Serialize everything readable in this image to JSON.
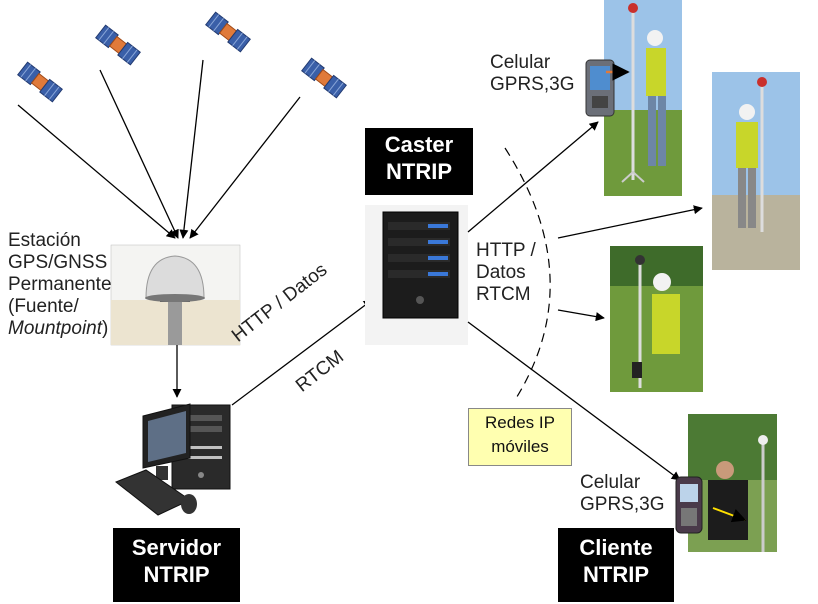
{
  "labels": {
    "estacion_line1": "Estación",
    "estacion_line2": "GPS/GNSS",
    "estacion_line3": "Permanente",
    "estacion_line4_a": "(Fuente/",
    "estacion_line5_italic": "Mountpoint",
    "estacion_line5_close": ")",
    "http_datos_left": "HTTP / Datos",
    "rtcm_left": "RTCM",
    "http_right": "HTTP /",
    "datos_right": "Datos",
    "rtcm_right": "RTCM",
    "celular_top_1": "Celular",
    "celular_top_2": "GPRS,3G",
    "celular_bottom_1": "Celular",
    "celular_bottom_2": "GPRS,3G",
    "redes_1": "Redes IP",
    "redes_2": "móviles"
  },
  "blocks": {
    "caster_1": "Caster",
    "caster_2": "NTRIP",
    "servidor_1": "Servidor",
    "servidor_2": "NTRIP",
    "cliente_1": "Cliente",
    "cliente_2": "NTRIP"
  },
  "colors": {
    "satellite_body": "#e07a3a",
    "satellite_panel": "#3a5fa8",
    "server_blue": "#3a78d8",
    "vest_yellow": "#c8d62a",
    "sky": "#9cc3e8",
    "grass": "#6f9a3c",
    "note_yellow": "#ffffb0"
  }
}
